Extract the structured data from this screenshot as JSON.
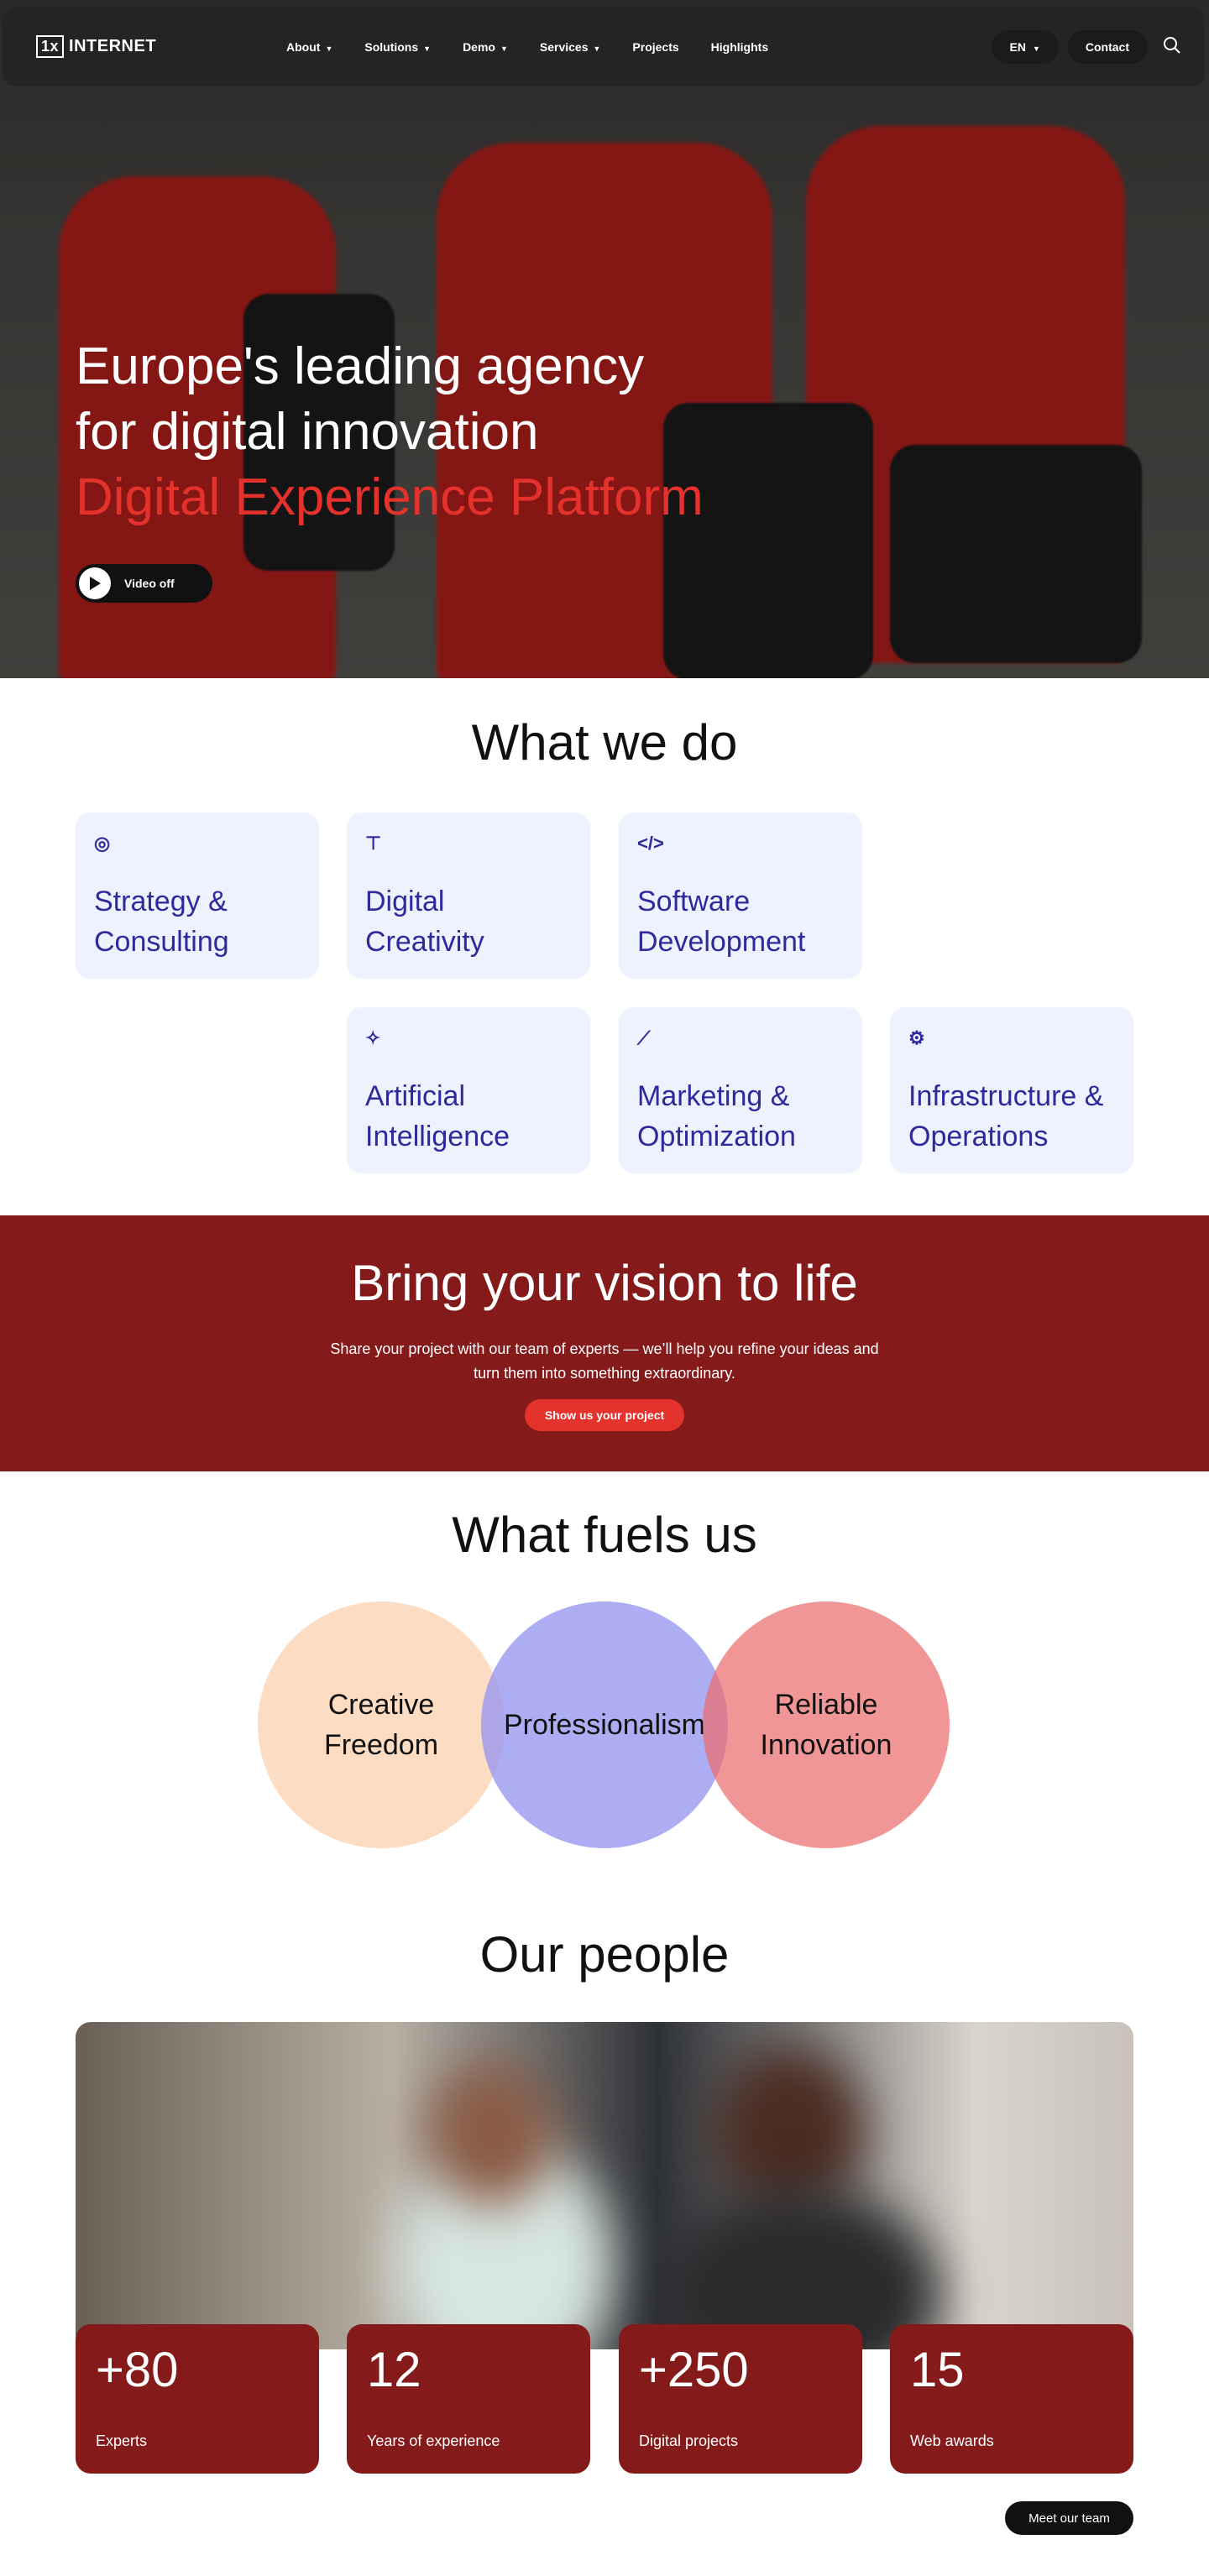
{
  "nav": {
    "logo_box": "1x",
    "logo_text": "INTERNET",
    "items": [
      {
        "label": "About",
        "dropdown": true
      },
      {
        "label": "Solutions",
        "dropdown": true
      },
      {
        "label": "Demo",
        "dropdown": true
      },
      {
        "label": "Services",
        "dropdown": true
      },
      {
        "label": "Projects",
        "dropdown": false
      },
      {
        "label": "Highlights",
        "dropdown": false
      }
    ],
    "language": "EN",
    "contact": "Contact"
  },
  "hero": {
    "line1": "Europe's leading agency",
    "line2": "for digital innovation",
    "highlight": "Digital Experience Platform",
    "video_button": "Video off"
  },
  "what_we_do": {
    "title": "What we do",
    "cards": [
      {
        "icon": "target-icon",
        "glyph": "◎",
        "label": "Strategy & Consulting"
      },
      {
        "icon": "paint-roller-icon",
        "glyph": "⊤",
        "label": "Digital Creativity"
      },
      {
        "icon": "code-icon",
        "glyph": "</>",
        "label": "Software Development"
      },
      {
        "icon": "sparkle-icon",
        "glyph": "✧",
        "label": "Artificial Intelligence"
      },
      {
        "icon": "chart-line-icon",
        "glyph": "⟋",
        "label": "Marketing & Optimization"
      },
      {
        "icon": "gear-icon",
        "glyph": "⚙",
        "label": "Infrastructure & Operations"
      }
    ]
  },
  "cta": {
    "title": "Bring your vision to life",
    "text": "Share your project with our team of experts — we’ll help you refine your ideas and turn them into something extraordinary.",
    "button": "Show us your project"
  },
  "values": {
    "title": "What fuels us",
    "items": [
      "Creative Freedom",
      "Professionalism",
      "Reliable Innovation"
    ]
  },
  "people": {
    "title": "Our people",
    "stats": [
      {
        "value": "+80",
        "label": "Experts"
      },
      {
        "value": "12",
        "label": "Years of experience"
      },
      {
        "value": "+250",
        "label": "Digital projects"
      },
      {
        "value": "15",
        "label": "Web awards"
      }
    ],
    "button": "Meet our team"
  },
  "colors": {
    "accent": "#e4322d",
    "band": "#841b1a",
    "card": "#eef2fe",
    "card_text": "#2e2a9c"
  }
}
